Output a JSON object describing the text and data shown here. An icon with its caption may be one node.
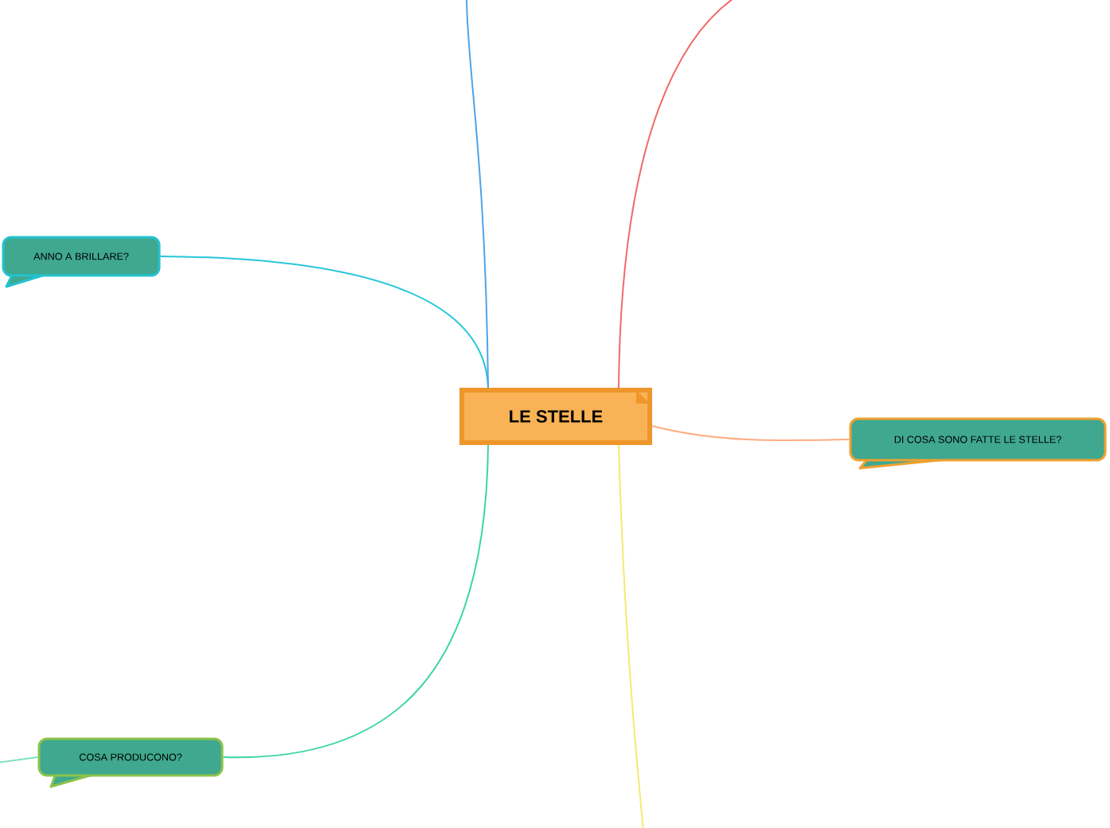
{
  "diagram": {
    "nodes": [
      {
        "text": [
          "LE STELLE"
        ]
      },
      {
        "text": [
          "ANNO A BRILLARE?"
        ]
      },
      {
        "text": [
          "DI COSA SONO FATTE LE STELLE?"
        ]
      },
      {
        "text": [
          "COSA PRODUCONO?"
        ]
      }
    ],
    "edges": [
      {
        "from": 0,
        "to": 1,
        "arrow": "none",
        "color": "#26c6da"
      },
      {
        "from": 0,
        "to": 2,
        "arrow": "none",
        "color": "#ffab80"
      },
      {
        "from": 0,
        "to": 3,
        "arrow": "none",
        "color": "#3dd6a0"
      },
      {
        "from": 0,
        "to": null,
        "arrow": "none",
        "color": "#4fa3e8"
      },
      {
        "from": 0,
        "to": null,
        "arrow": "none",
        "color": "#f06a6a"
      },
      {
        "from": 0,
        "to": null,
        "arrow": "none",
        "color": "#f5ea70"
      },
      {
        "from": 3,
        "to": null,
        "arrow": "none",
        "color": "#7fe0c0"
      }
    ]
  }
}
